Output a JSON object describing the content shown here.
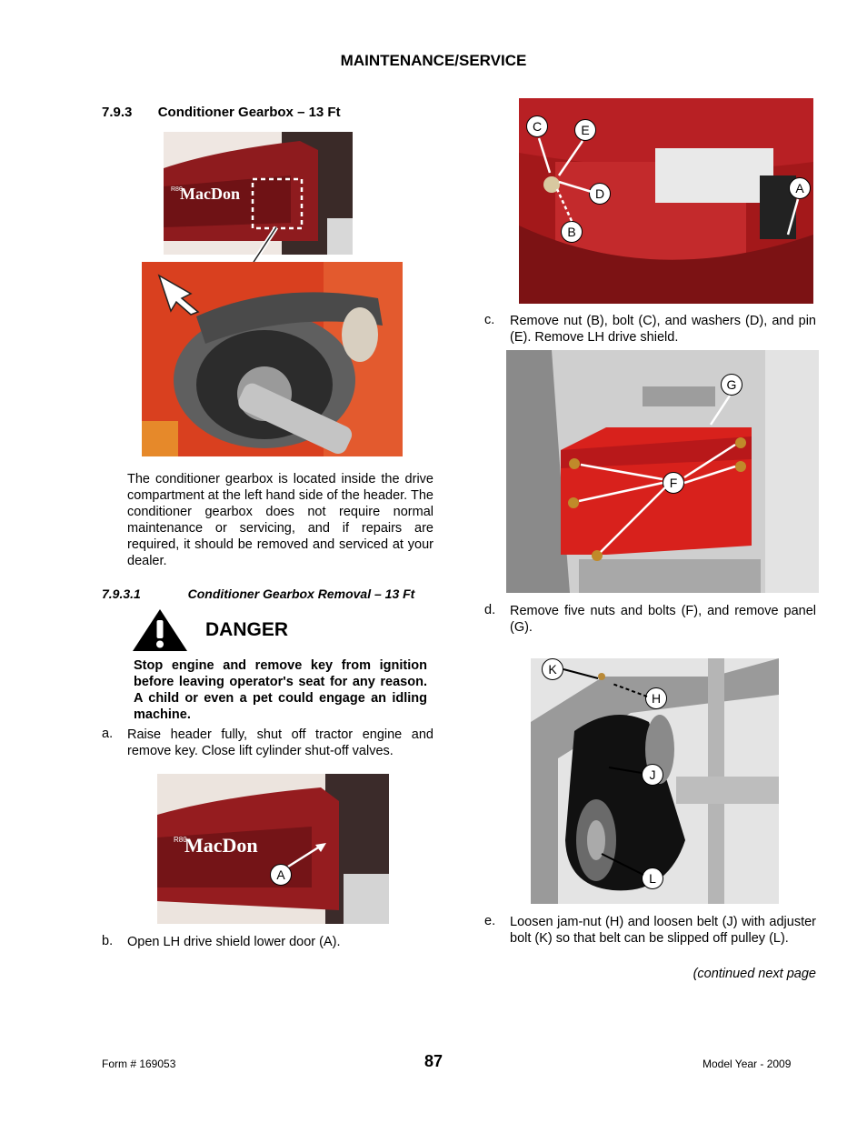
{
  "header": {
    "title": "MAINTENANCE/SERVICE"
  },
  "section": {
    "number": "7.9.3",
    "title": "Conditioner Gearbox – 13 Ft"
  },
  "intro_text": "The conditioner gearbox is located inside the drive compartment at the left hand side of the header. The conditioner gearbox does not require normal maintenance or servicing, and if repairs are required, it should be removed and serviced at your dealer.",
  "subsection": {
    "number": "7.9.3.1",
    "title": "Conditioner Gearbox Removal – 13 Ft"
  },
  "danger": {
    "label": "DANGER",
    "text": "Stop engine and remove key from ignition before leaving operator's seat for any reason. A child or even a pet could engage an idling machine."
  },
  "steps": [
    {
      "letter": "a.",
      "text": "Raise header fully, shut off tractor engine and remove key. Close lift cylinder shut-off valves."
    },
    {
      "letter": "b.",
      "text": "Open LH drive shield lower door (A)."
    },
    {
      "letter": "c.",
      "text": "Remove nut (B), bolt (C), and washers (D), and pin (E). Remove LH drive shield."
    },
    {
      "letter": "d.",
      "text": "Remove five nuts and bolts (F), and remove panel (G)."
    },
    {
      "letter": "e.",
      "text": "Loosen jam-nut (H) and loosen belt (J) with adjuster bolt (K) so that belt can be slipped off pulley (L)."
    }
  ],
  "continued": "(continued next page",
  "figures": {
    "brand_logo": "MacDon",
    "brand_model": "R80",
    "fig_shield_callouts": [
      "A"
    ],
    "fig_pin_callouts": [
      "C",
      "E",
      "D",
      "A",
      "B"
    ],
    "fig_panel_callouts": [
      "G",
      "F"
    ],
    "fig_belt_callouts": [
      "K",
      "H",
      "J",
      "L"
    ]
  },
  "footer": {
    "form": "Form # 169053",
    "page": "87",
    "model_year": "Model Year - 2009"
  },
  "colors": {
    "header_red": "#9b1c1c",
    "bright_red": "#d0201a",
    "orange": "#e8741c",
    "gray": "#b8b8b8"
  }
}
